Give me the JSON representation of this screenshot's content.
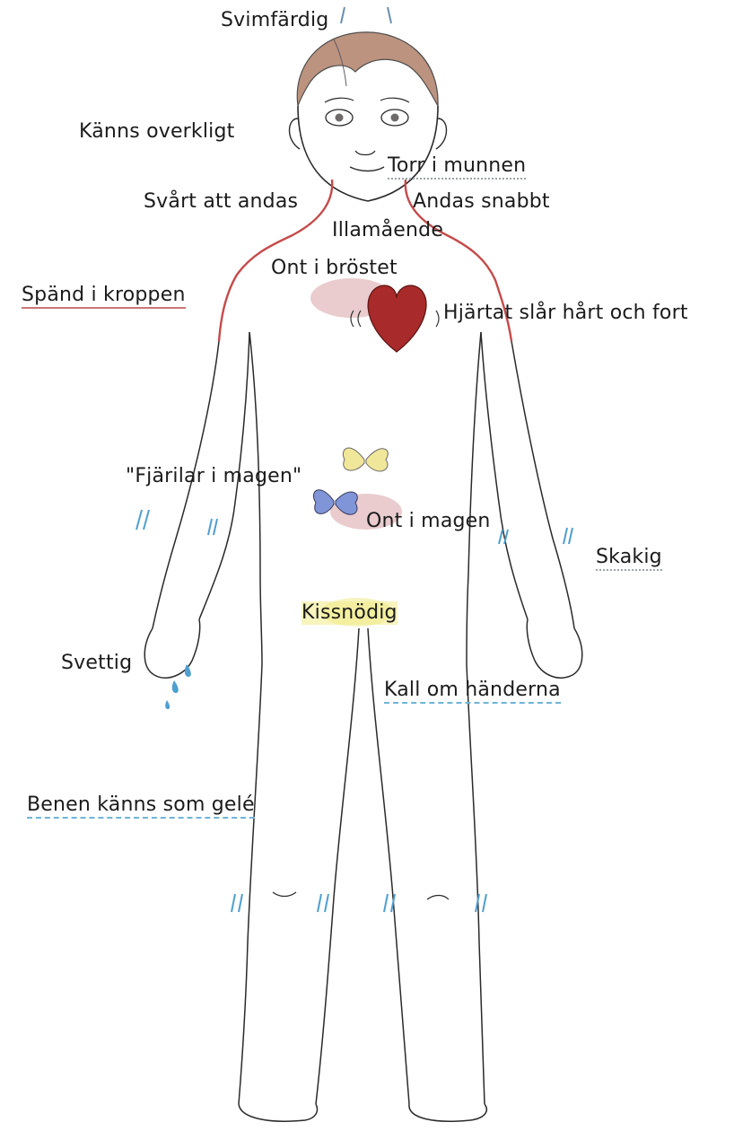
{
  "colors": {
    "ink": "#1b1b1b",
    "hair": "#a9785f",
    "hair_shadow": "#6e6a78",
    "tension_red": "#c64a4a",
    "heart": "#a82a2a",
    "pain_pink": "#d9a3a6",
    "sweat_blue": "#4f9fd0",
    "butterfly_yellow": "#f1e79a",
    "butterfly_blue": "#7f95d8",
    "bladder_yellow": "#efe98a"
  },
  "labels": {
    "svimfardig": "Svimfärdig",
    "kanns_overkligt": "Känns overkligt",
    "torr_i_munnen": "Torr i munnen",
    "svart_att_andas": "Svårt att andas",
    "andas_snabbt": "Andas snabbt",
    "illamaende": "Illamående",
    "ont_i_brostet": "Ont i bröstet",
    "spand_i_kroppen": "Spänd i kroppen",
    "hjartat": "Hjärtat slår hårt och fort",
    "fjarilar": "\"Fjärilar i magen\"",
    "ont_i_magen": "Ont i magen",
    "skakig": "Skakig",
    "kissnodig": "Kissnödig",
    "svettig": "Svettig",
    "kall_om_handerna": "Kall om händerna",
    "benen": "Benen känns som gelé"
  },
  "icons": {
    "heart": "heart-icon",
    "butterfly_yellow": "yellow-butterfly-icon",
    "butterfly_blue": "blue-butterfly-icon",
    "sweat_drops": "sweat-drop-icon",
    "shake_marks": "shake-marks-icon"
  }
}
